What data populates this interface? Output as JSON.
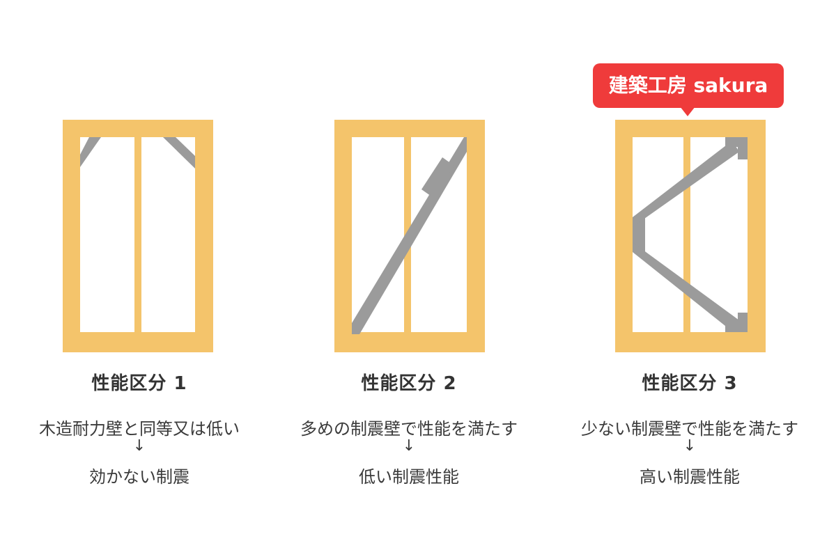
{
  "badge": {
    "text": "建築工房 sakura",
    "color": "#ef3b3b"
  },
  "colors": {
    "frame": "#f4c46b",
    "brace": "#9b9b9b"
  },
  "arrow_symbol": "↓",
  "panels": [
    {
      "title": "性能区分 1",
      "description": "木造耐力壁と同等又は低い",
      "result": "効かない制震"
    },
    {
      "title": "性能区分 2",
      "description": "多めの制震壁で性能を満たす",
      "result": "低い制震性能"
    },
    {
      "title": "性能区分 3",
      "description": "少ない制震壁で性能を満たす",
      "result": "高い制震性能"
    }
  ]
}
